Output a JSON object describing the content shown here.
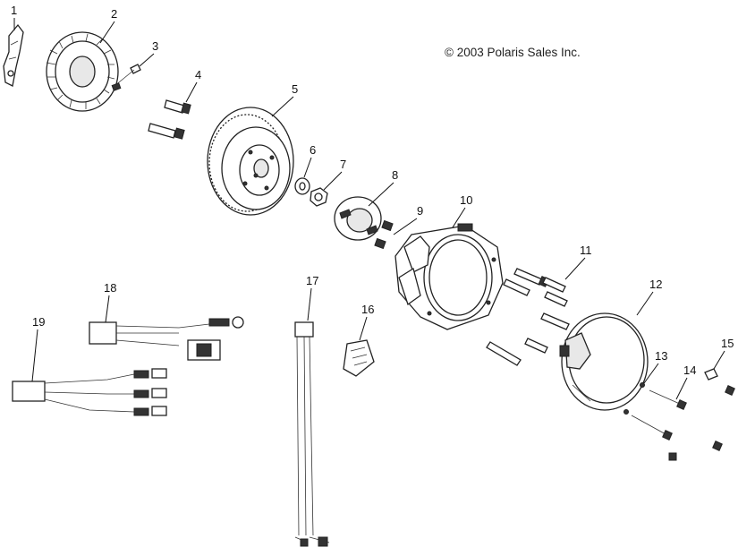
{
  "copyright": "© 2003 Polaris Sales Inc.",
  "callouts": [
    "1",
    "2",
    "3",
    "4",
    "5",
    "6",
    "7",
    "8",
    "9",
    "10",
    "11",
    "12",
    "13",
    "14",
    "15",
    "16",
    "17",
    "18",
    "19"
  ]
}
